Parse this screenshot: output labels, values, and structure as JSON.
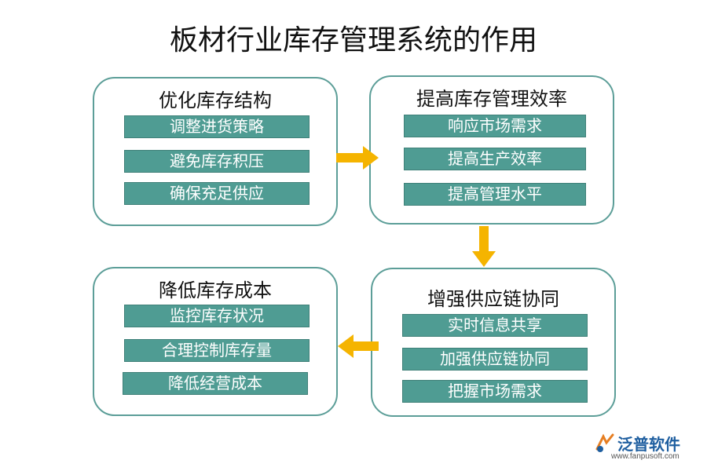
{
  "title": "板材行业库存管理系统的作用",
  "boxes": [
    {
      "title": "优化库存结构",
      "items": [
        "调整进货策略",
        "避免库存积压",
        "确保充足供应"
      ]
    },
    {
      "title": "提高库存管理效率",
      "items": [
        "响应市场需求",
        "提高生产效率",
        "提高管理水平"
      ]
    },
    {
      "title": "增强供应链协同",
      "items": [
        "实时信息共享",
        "加强供应链协同",
        "把握市场需求"
      ]
    },
    {
      "title": "降低库存成本",
      "items": [
        "监控库存状况",
        "合理控制库存量",
        "降低经营成本"
      ]
    }
  ],
  "logo": {
    "name": "泛普软件",
    "url": "www.fanpusoft.com"
  },
  "colors": {
    "box_border": "#5c9e98",
    "item_fill": "#4f9c93",
    "arrow": "#f5b400"
  }
}
